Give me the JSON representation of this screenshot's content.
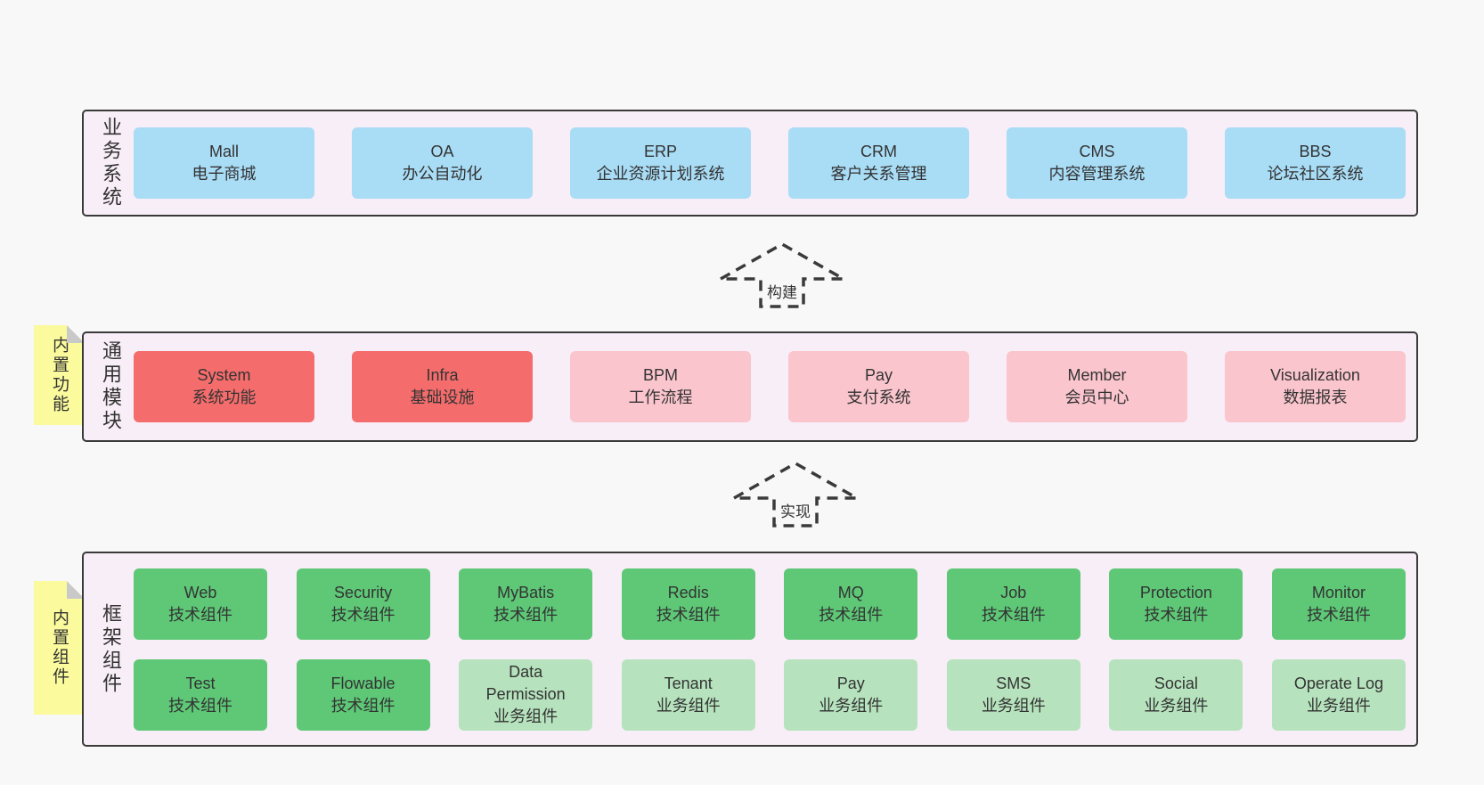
{
  "colors": {
    "page_bg": "#f8f8f8",
    "container_bg": "#f8eef7",
    "container_border": "#3a3a3a",
    "text": "#333333",
    "blue": "#a9dcf5",
    "red": "#f56c6c",
    "pink": "#fac5cd",
    "green": "#5ec877",
    "light_green": "#b6e3bd",
    "note_yellow": "#fbfb9d",
    "note_fold": "#c9c9c9"
  },
  "arrows": [
    {
      "label": "构建"
    },
    {
      "label": "实现"
    }
  ],
  "layers": [
    {
      "label": "业务系统",
      "boxes": [
        {
          "name": "Mall",
          "desc": "电子商城",
          "variant": "blue"
        },
        {
          "name": "OA",
          "desc": "办公自动化",
          "variant": "blue"
        },
        {
          "name": "ERP",
          "desc": "企业资源计划系统",
          "variant": "blue"
        },
        {
          "name": "CRM",
          "desc": "客户关系管理",
          "variant": "blue"
        },
        {
          "name": "CMS",
          "desc": "内容管理系统",
          "variant": "blue"
        },
        {
          "name": "BBS",
          "desc": "论坛社区系统",
          "variant": "blue"
        }
      ]
    },
    {
      "label": "通用模块",
      "note": "内置功能",
      "boxes": [
        {
          "name": "System",
          "desc": "系统功能",
          "variant": "red"
        },
        {
          "name": "Infra",
          "desc": "基础设施",
          "variant": "red"
        },
        {
          "name": "BPM",
          "desc": "工作流程",
          "variant": "pink"
        },
        {
          "name": "Pay",
          "desc": "支付系统",
          "variant": "pink"
        },
        {
          "name": "Member",
          "desc": "会员中心",
          "variant": "pink"
        },
        {
          "name": "Visualization",
          "desc": "数据报表",
          "variant": "pink"
        }
      ]
    },
    {
      "label": "框架组件",
      "note": "内置组件",
      "rows": [
        [
          {
            "name": "Web",
            "desc": "技术组件",
            "variant": "green"
          },
          {
            "name": "Security",
            "desc": "技术组件",
            "variant": "green"
          },
          {
            "name": "MyBatis",
            "desc": "技术组件",
            "variant": "green"
          },
          {
            "name": "Redis",
            "desc": "技术组件",
            "variant": "green"
          },
          {
            "name": "MQ",
            "desc": "技术组件",
            "variant": "green"
          },
          {
            "name": "Job",
            "desc": "技术组件",
            "variant": "green"
          },
          {
            "name": "Protection",
            "desc": "技术组件",
            "variant": "green"
          },
          {
            "name": "Monitor",
            "desc": "技术组件",
            "variant": "green"
          }
        ],
        [
          {
            "name": "Test",
            "desc": "技术组件",
            "variant": "green"
          },
          {
            "name": "Flowable",
            "desc": "技术组件",
            "variant": "green"
          },
          {
            "name": "Data Permission",
            "desc": "业务组件",
            "variant": "light_green"
          },
          {
            "name": "Tenant",
            "desc": "业务组件",
            "variant": "light_green"
          },
          {
            "name": "Pay",
            "desc": "业务组件",
            "variant": "light_green"
          },
          {
            "name": "SMS",
            "desc": "业务组件",
            "variant": "light_green"
          },
          {
            "name": "Social",
            "desc": "业务组件",
            "variant": "light_green"
          },
          {
            "name": "Operate Log",
            "desc": "业务组件",
            "variant": "light_green"
          }
        ]
      ]
    }
  ]
}
